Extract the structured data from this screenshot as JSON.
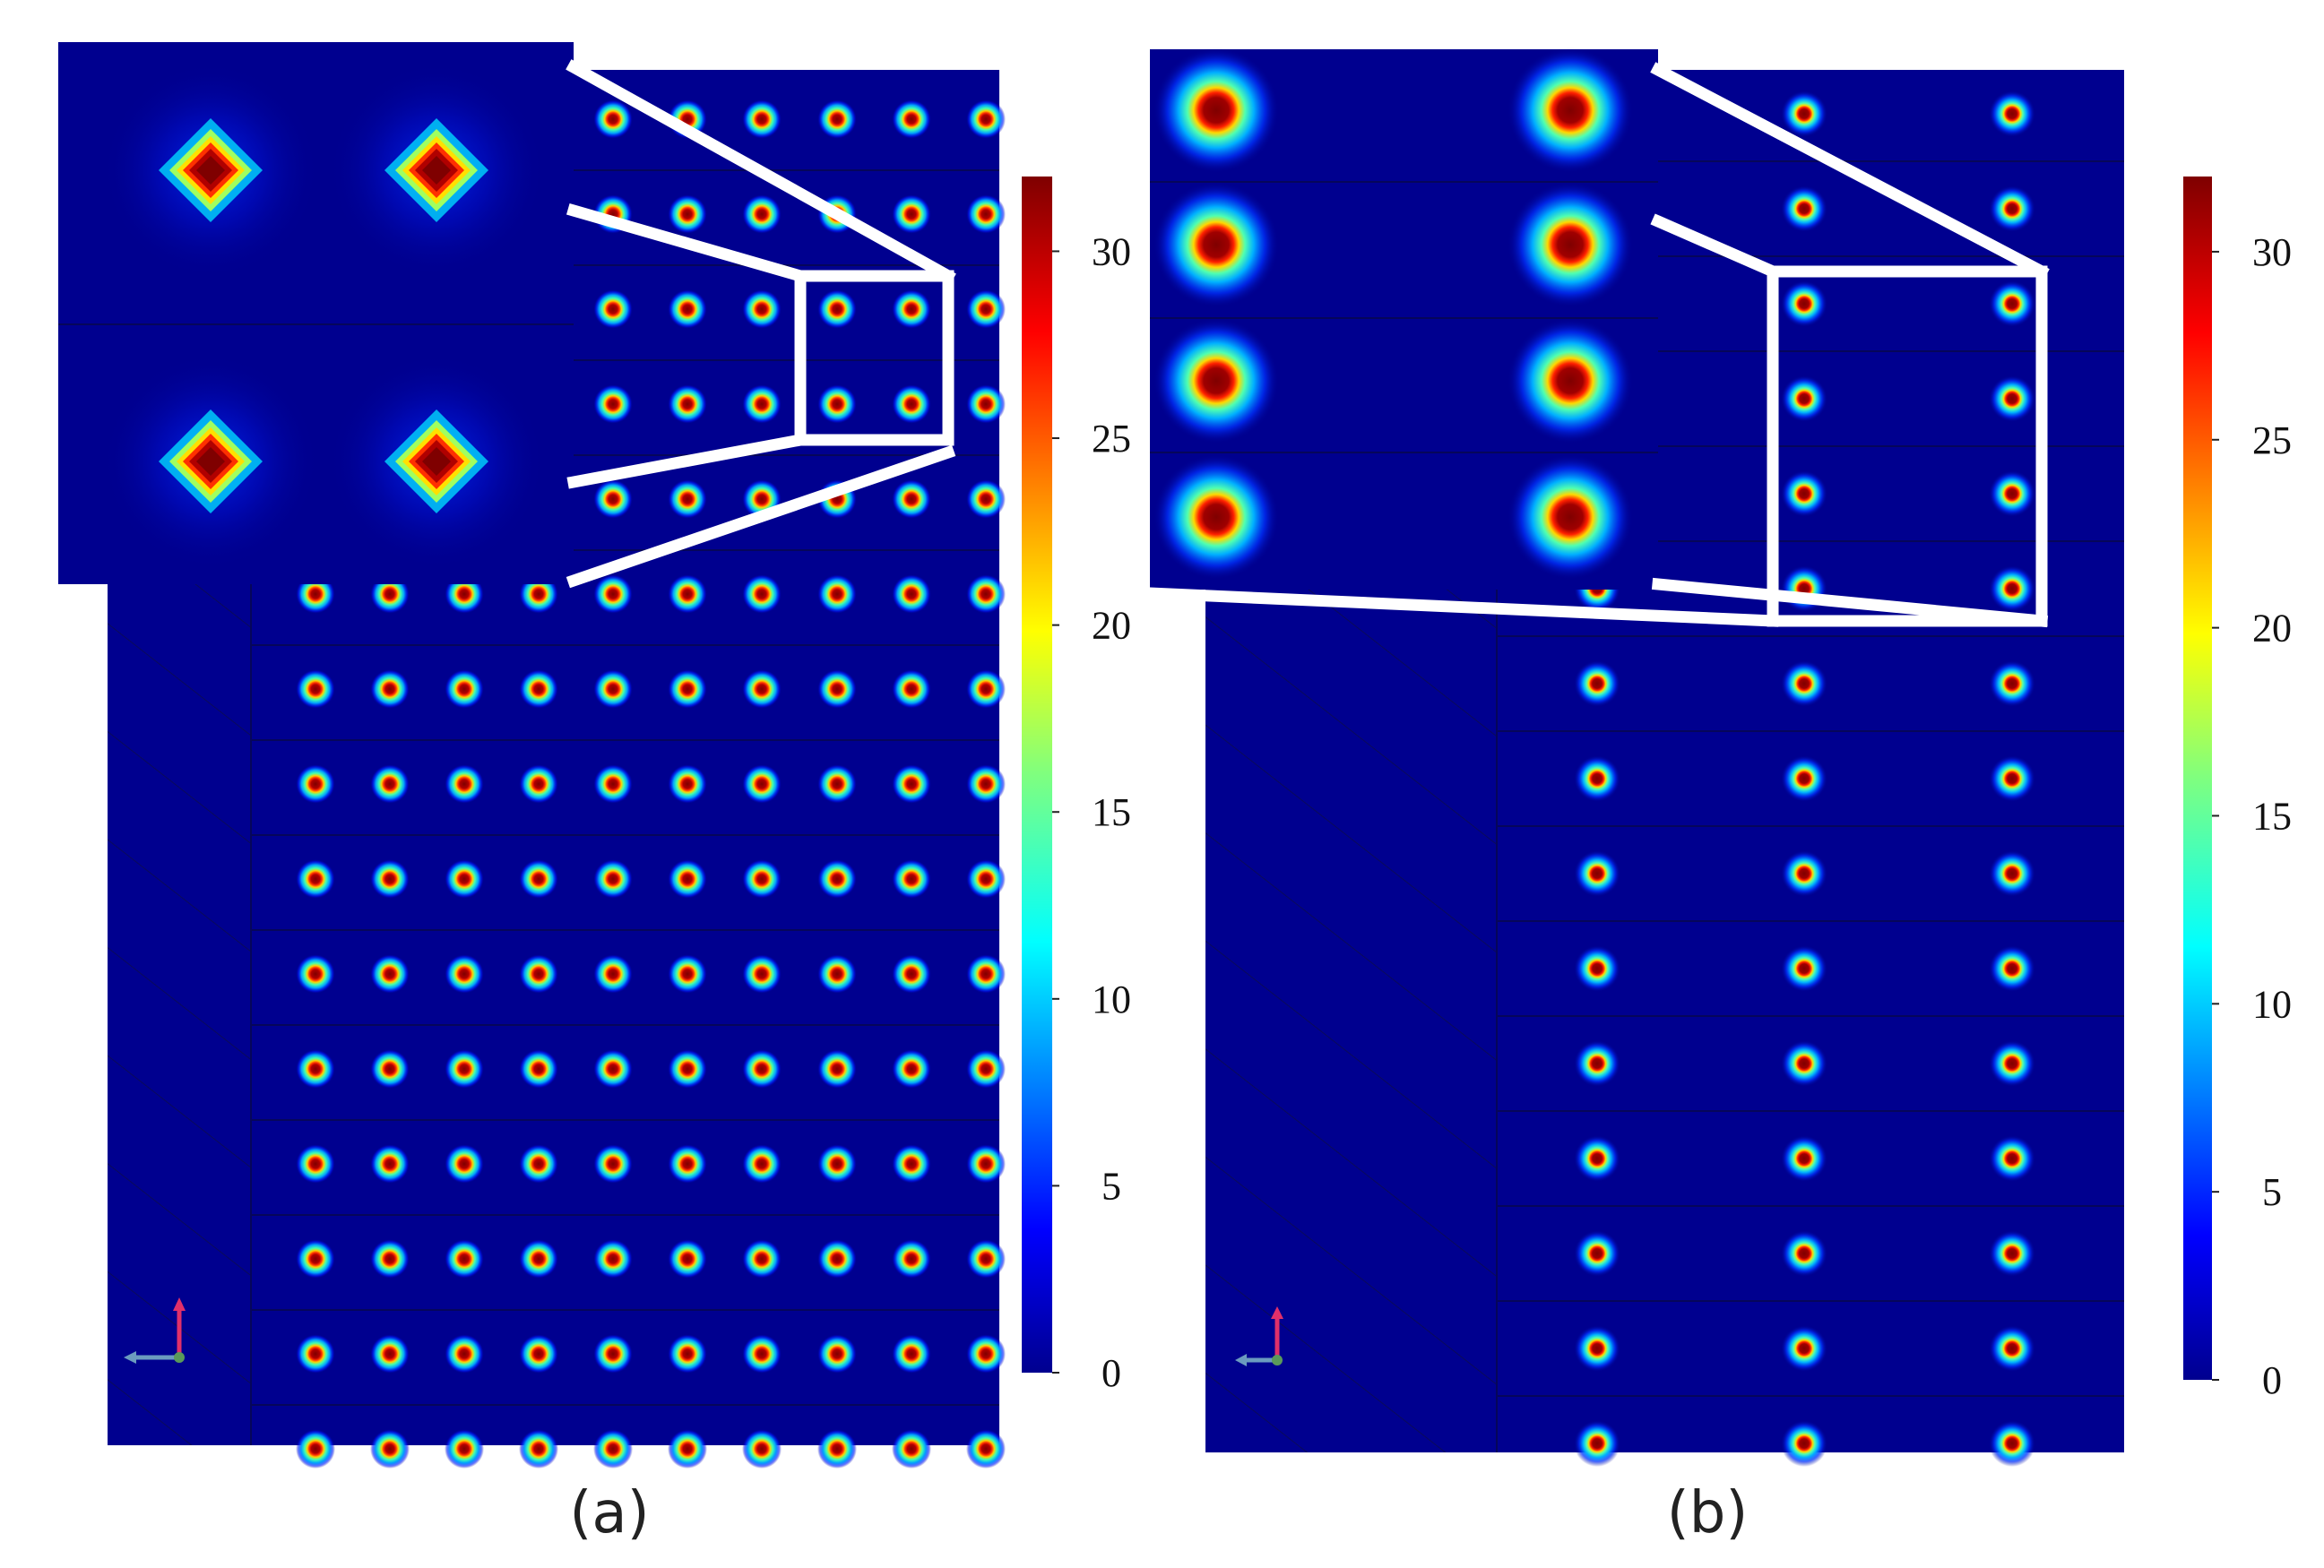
{
  "panels": [
    {
      "id": "a",
      "label": "(a)"
    },
    {
      "id": "b",
      "label": "(b)"
    }
  ],
  "colorbar": {
    "ticks": [
      "30",
      "25",
      "20",
      "15",
      "10",
      "5",
      "0"
    ],
    "range": [
      0,
      32
    ]
  },
  "colors": {
    "background": "#00008f",
    "zoom_outline": "#ffffff",
    "axis_x": "#6b9bbf",
    "axis_y": "#e0306a"
  }
}
